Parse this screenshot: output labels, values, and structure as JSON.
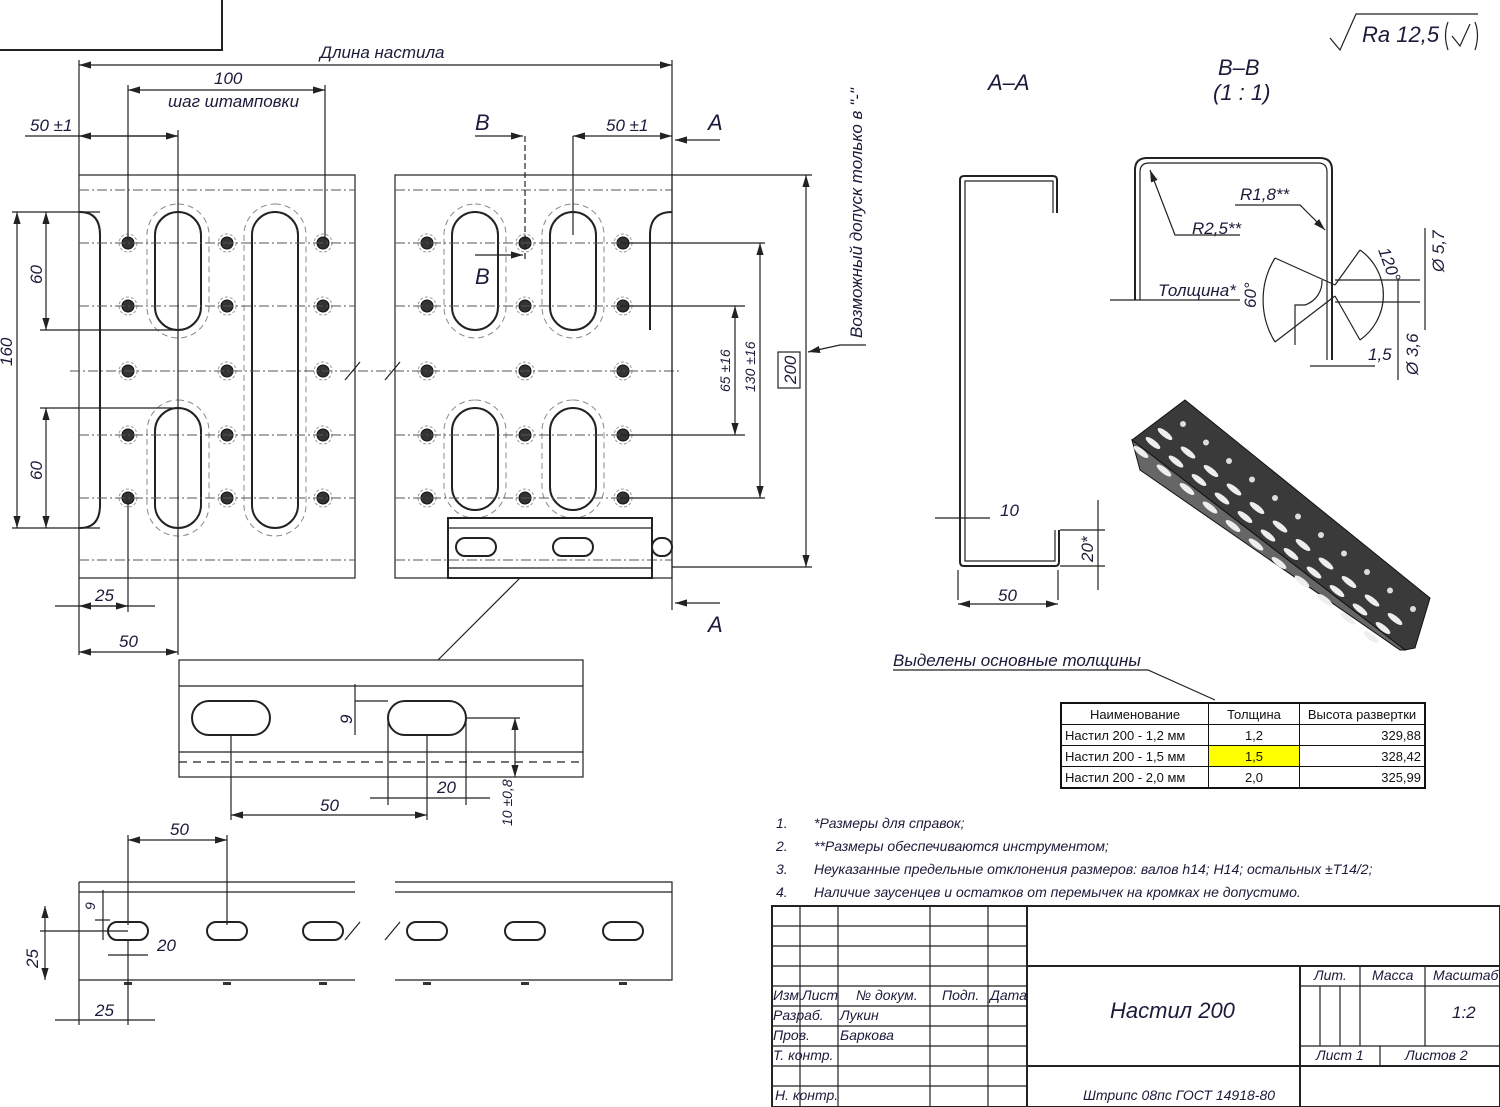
{
  "plan_view": {
    "length_label": "Длина настила",
    "pitch_value": "100",
    "pitch_label": "шаг штамповки",
    "left_offset": "50 ±1",
    "right_offset": "50 ±1",
    "section_b_top": "B",
    "section_b_bottom": "B",
    "section_a_top": "A",
    "section_a_bottom": "A",
    "dim_60_top": "60",
    "dim_60_bottom": "60",
    "dim_160": "160",
    "dim_25": "25",
    "dim_50": "50",
    "dim_65": "65 ±16",
    "dim_130": "130 ±16",
    "dim_200": "200",
    "tolerance_note": "Возможный допуск только в \"-\""
  },
  "detail_view": {
    "dim_9": "9",
    "dim_20": "20",
    "dim_50": "50",
    "dim_10": "10 ±0,8"
  },
  "bottom_view": {
    "dim_50": "50",
    "dim_9": "9",
    "dim_20": "20",
    "dim_25_v": "25",
    "dim_25_h": "25"
  },
  "section_aa": {
    "title": "А–А",
    "dim_10": "10",
    "dim_20": "20*",
    "dim_50": "50"
  },
  "section_bb": {
    "title": "B–B",
    "scale": "(1 : 1)",
    "r18": "R1,8**",
    "r25": "R2,5**",
    "thickness": "Толщина*",
    "angle60": "60°",
    "angle120": "120°",
    "d57": "Ø 5,7",
    "d36": "Ø 3,6",
    "d15": "1,5"
  },
  "roughness": "Ra 12,5",
  "thickness_callout": "Выделены основные толщины",
  "spec_table": {
    "headers": [
      "Наименование",
      "Толщина",
      "Высота развертки"
    ],
    "rows": [
      [
        "Настил 200 - 1,2 мм",
        "1,2",
        "329,88"
      ],
      [
        "Настил 200 - 1,5 мм",
        "1,5",
        "328,42"
      ],
      [
        "Настил 200 - 2,0 мм",
        "2,0",
        "325,99"
      ]
    ],
    "highlight_color": "#ffff00"
  },
  "notes": [
    {
      "num": "1.",
      "text": "*Размеры для справок;"
    },
    {
      "num": "2.",
      "text": "**Размеры обеспечиваются инструментом;"
    },
    {
      "num": "3.",
      "text": "Неуказанные предельные отклонения размеров: валов h14; H14; остальных ±T14/2;"
    },
    {
      "num": "4.",
      "text": "Наличие заусенцев и остатков от перемычек на кромках не допустимо."
    }
  ],
  "title_block": {
    "headers": {
      "izm": "Изм.",
      "list": "Лист",
      "doc": "№ докум.",
      "sign": "Подп.",
      "date": "Дата"
    },
    "razrab": "Разраб.",
    "razrab_name": "Лукин",
    "prov": "Пров.",
    "prov_name": "Баркова",
    "tkontr": "Т. контр.",
    "nkontr": "Н. контр.",
    "name": "Настил 200",
    "material": "Штрипс 08пс ГОСТ 14918-80",
    "lit": "Лит.",
    "mass": "Масса",
    "scale_label": "Масштаб",
    "scale": "1:2",
    "sheet": "Лист 1",
    "sheets": "Листов 2"
  }
}
